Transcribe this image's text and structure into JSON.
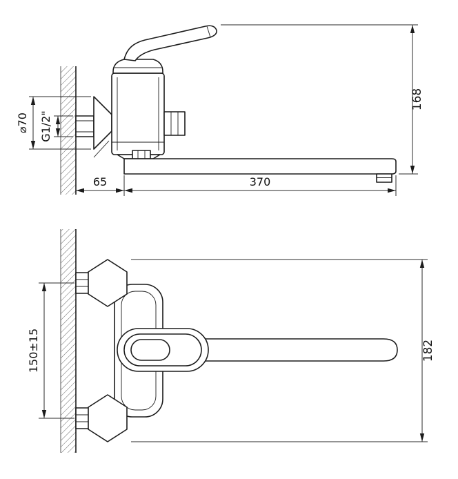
{
  "side_view": {
    "dims": {
      "overall_height": "168",
      "flange_diameter": "⌀70",
      "inlet_thread": "G1/2\"",
      "wall_to_spout": "65",
      "spout_length": "370"
    }
  },
  "front_view": {
    "dims": {
      "inlet_spacing": "150±15",
      "overall_height": "182"
    }
  }
}
